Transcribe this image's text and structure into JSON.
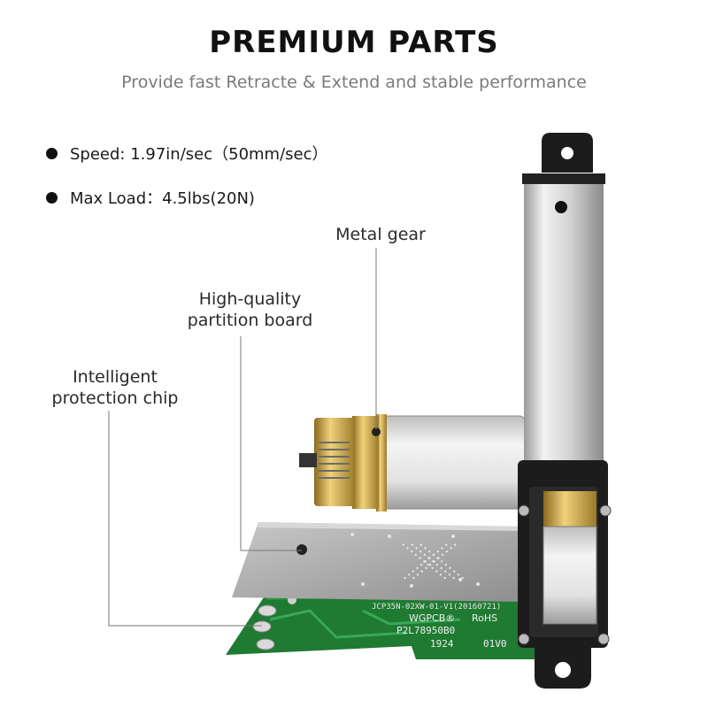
{
  "header": {
    "title": "PREMIUM PARTS",
    "subtitle": "Provide fast Retracte & Extend and stable performance"
  },
  "specs": [
    {
      "text": "Speed: 1.97in/sec（50mm/sec）"
    },
    {
      "text": "Max Load：4.5lbs(20N)"
    }
  ],
  "callouts": {
    "metal_gear": "Metal gear",
    "partition_board_line1": "High-quality",
    "partition_board_line2": "partition board",
    "protection_chip_line1": "Intelligent",
    "protection_chip_line2": "protection chip"
  },
  "pcb_markings": {
    "line1": "JCP35N-02XW-01-V1(20160721)",
    "line2": "WGPCB®",
    "line3": "RoHS",
    "line4": "P2L78950B0",
    "line5": "1924",
    "line6": "01V0"
  },
  "colors": {
    "pcb_green": "#1f7a32",
    "brass": "#c9a445",
    "aluminum": "#d8d8d8",
    "plate_gray": "#a8a8a8",
    "housing_black": "#1c1c1c"
  }
}
